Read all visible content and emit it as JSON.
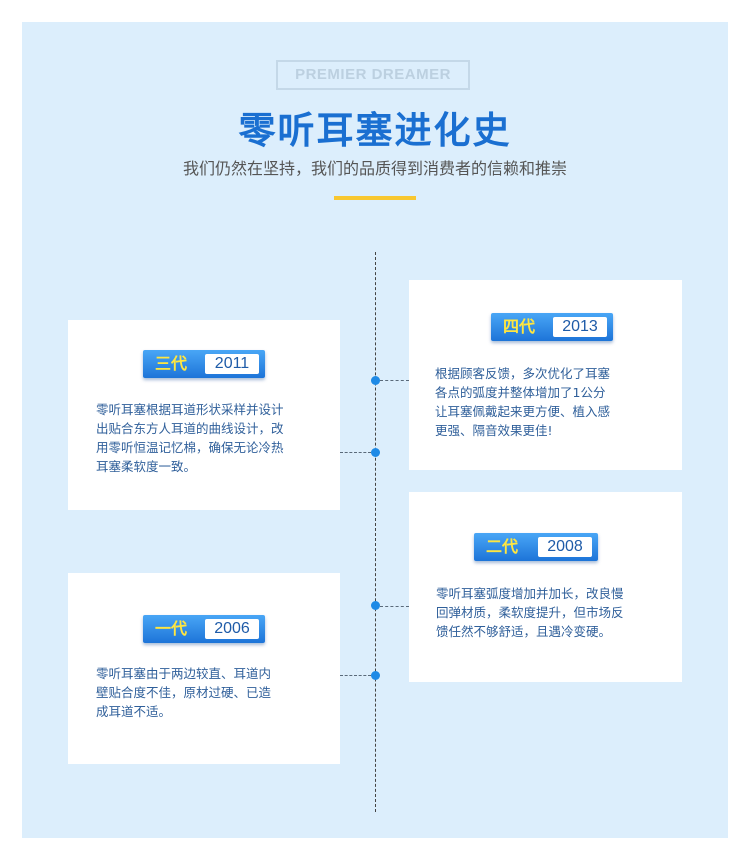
{
  "header": {
    "badge": "PREMIER DREAMER",
    "title": "零听耳塞进化史",
    "subtitle": "我们仍然在坚持，我们的品质得到消费者的信赖和推崇"
  },
  "generations": [
    {
      "name": "四代",
      "year": "2013",
      "desc_lines": [
        "根据顾客反馈，多次优化了耳塞",
        "各点的弧度并整体增加了1公分",
        "让耳塞佩戴起来更方便、植入感",
        "更强、隔音效果更佳!"
      ]
    },
    {
      "name": "三代",
      "year": "2011",
      "desc_lines": [
        "零听耳塞根据耳道形状采样并设计",
        "出贴合东方人耳道的曲线设计，改",
        "用零听恒温记忆棉，确保无论冷热",
        "耳塞柔软度一致。"
      ]
    },
    {
      "name": "二代",
      "year": "2008",
      "desc_lines": [
        "零听耳塞弧度增加并加长，改良慢",
        "回弹材质，柔软度提升，但市场反",
        "馈任然不够舒适，且遇冷变硬。"
      ]
    },
    {
      "name": "一代",
      "year": "2006",
      "desc_lines": [
        "零听耳塞由于两边较直、耳道内",
        "壁贴合度不佳，原材过硬、已造",
        "成耳道不适。"
      ]
    }
  ],
  "colors": {
    "accent": "#1a6fd1",
    "label_gold": "#ffe640",
    "panel": "#dceefc",
    "divider": "#f8c730"
  }
}
